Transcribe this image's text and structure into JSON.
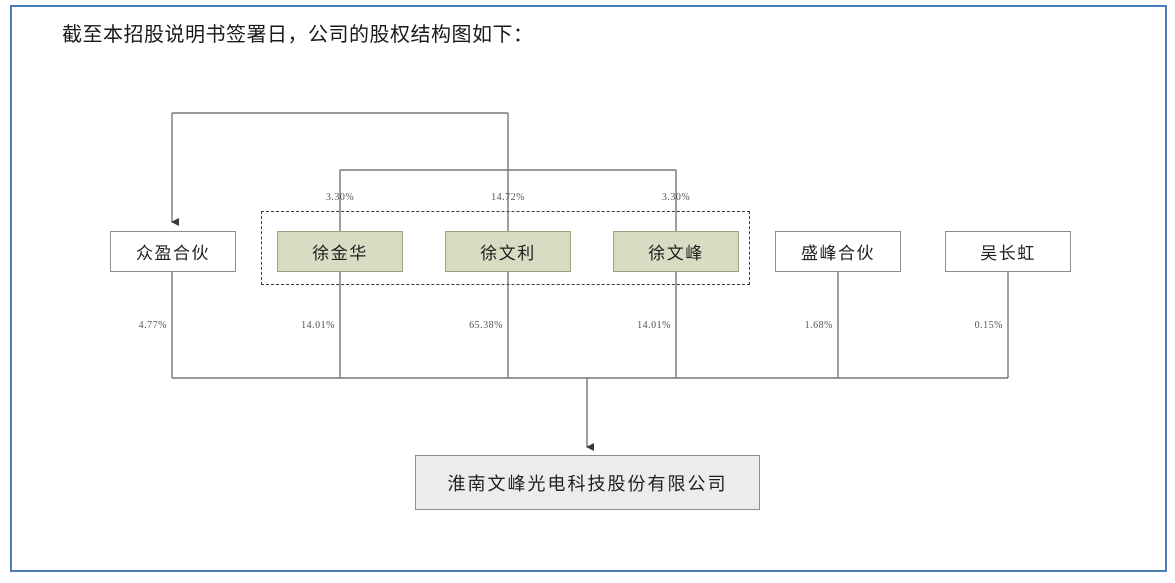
{
  "document": {
    "heading": "截至本招股说明书签署日，公司的股权结构图如下：",
    "frame_color": "#4a7ebb"
  },
  "chart_data": {
    "type": "diagram",
    "title": "股权结构图",
    "nodes": [
      {
        "id": "zhongying",
        "label": "众盈合伙",
        "style": "plain",
        "row": "shareholder"
      },
      {
        "id": "xujinhua",
        "label": "徐金华",
        "style": "green",
        "row": "shareholder"
      },
      {
        "id": "xuwenli",
        "label": "徐文利",
        "style": "green",
        "row": "shareholder"
      },
      {
        "id": "xuwenfeng",
        "label": "徐文峰",
        "style": "green",
        "row": "shareholder"
      },
      {
        "id": "shengfeng",
        "label": "盛峰合伙",
        "style": "plain",
        "row": "shareholder"
      },
      {
        "id": "wuchanghong",
        "label": "吴长虹",
        "style": "plain",
        "row": "shareholder"
      },
      {
        "id": "company",
        "label": "淮南文峰光电科技股份有限公司",
        "style": "company",
        "row": "company"
      }
    ],
    "group_box": {
      "label": "",
      "members": [
        "xujinhua",
        "xuwenli",
        "xuwenfeng"
      ],
      "border": "dashed"
    },
    "upper_edges": [
      {
        "from": "xujinhua",
        "to": "zhongying",
        "value": "3.30%"
      },
      {
        "from": "xuwenli",
        "to": "zhongying",
        "value": "14.72%"
      },
      {
        "from": "xuwenfeng",
        "to": "zhongying",
        "value": "3.30%"
      }
    ],
    "lower_edges": [
      {
        "from": "zhongying",
        "to": "company",
        "value": "4.77%"
      },
      {
        "from": "xujinhua",
        "to": "company",
        "value": "14.01%"
      },
      {
        "from": "xuwenli",
        "to": "company",
        "value": "65.38%"
      },
      {
        "from": "xuwenfeng",
        "to": "company",
        "value": "14.01%"
      },
      {
        "from": "shengfeng",
        "to": "company",
        "value": "1.68%"
      },
      {
        "from": "wuchanghong",
        "to": "company",
        "value": "0.15%"
      }
    ],
    "colors": {
      "green_fill": "#d7ddc2",
      "green_border": "#9aa181",
      "plain_fill": "#ffffff",
      "plain_border": "#8d8d8d",
      "company_fill": "#ececec",
      "line": "#767676",
      "dashed_border": "#3a3a3a"
    }
  },
  "labels": {
    "upper": {
      "xujinhua_pct": "3.30%",
      "xuwenli_pct": "14.72%",
      "xuwenfeng_pct": "3.30%"
    },
    "lower": {
      "zhongying_pct": "4.77%",
      "xujinhua_pct": "14.01%",
      "xuwenli_pct": "65.38%",
      "xuwenfeng_pct": "14.01%",
      "shengfeng_pct": "1.68%",
      "wuchanghong_pct": "0.15%"
    }
  },
  "nodes": {
    "zhongying": "众盈合伙",
    "xujinhua": "徐金华",
    "xuwenli": "徐文利",
    "xuwenfeng": "徐文峰",
    "shengfeng": "盛峰合伙",
    "wuchanghong": "吴长虹",
    "company": "淮南文峰光电科技股份有限公司"
  }
}
